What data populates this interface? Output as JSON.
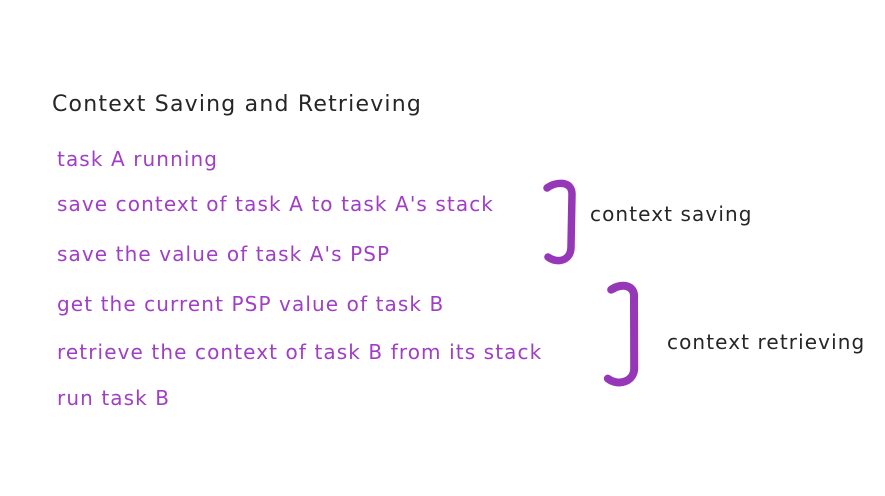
{
  "title": "Context Saving and Retrieving",
  "steps": [
    "task A running",
    "save context of task A to task A's stack",
    "save the value of task A's PSP",
    "get the current PSP value of task B",
    "retrieve the context of task B from its stack",
    "run task B"
  ],
  "groups": [
    {
      "label": "context saving"
    },
    {
      "label": "context retrieving"
    }
  ],
  "colors": {
    "ink": "#262626",
    "step_text": "#a03ec4",
    "bracket": "#9637b8",
    "background": "#ffffff"
  }
}
